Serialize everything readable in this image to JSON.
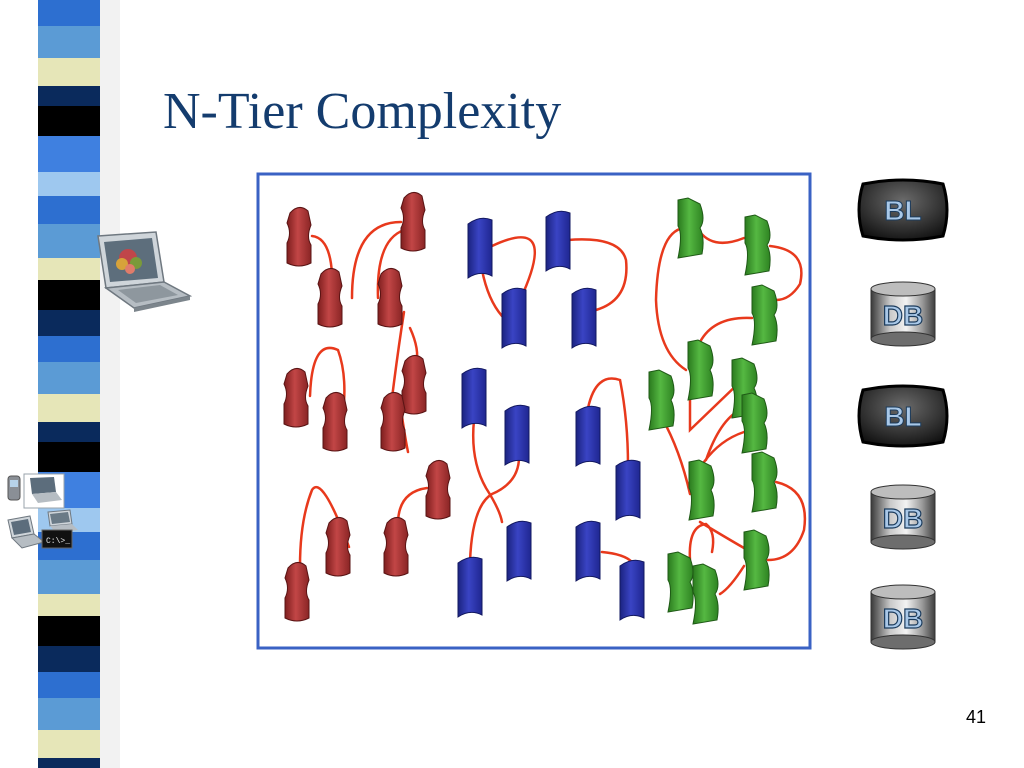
{
  "slide": {
    "title": "N-Tier Complexity",
    "page_number": "41"
  },
  "badges": [
    "BL",
    "DB",
    "BL",
    "DB",
    "DB"
  ],
  "devices": {
    "console_text": "C:\\>_"
  },
  "colors": {
    "title": "#143c6e",
    "frame": "#3a62c4",
    "red_tier": "#a83232",
    "blue_tier": "#2a33a6",
    "green_tier": "#3f9a2e",
    "connector": "#e8391c",
    "stripe_dark": "#0a2a5c",
    "stripe_mid": "#2d6fd0",
    "stripe_light": "#e6e6b8"
  },
  "icons": [
    "laptop-icon",
    "phone-icon",
    "terminal-icon",
    "component-block-icon",
    "database-icon"
  ]
}
